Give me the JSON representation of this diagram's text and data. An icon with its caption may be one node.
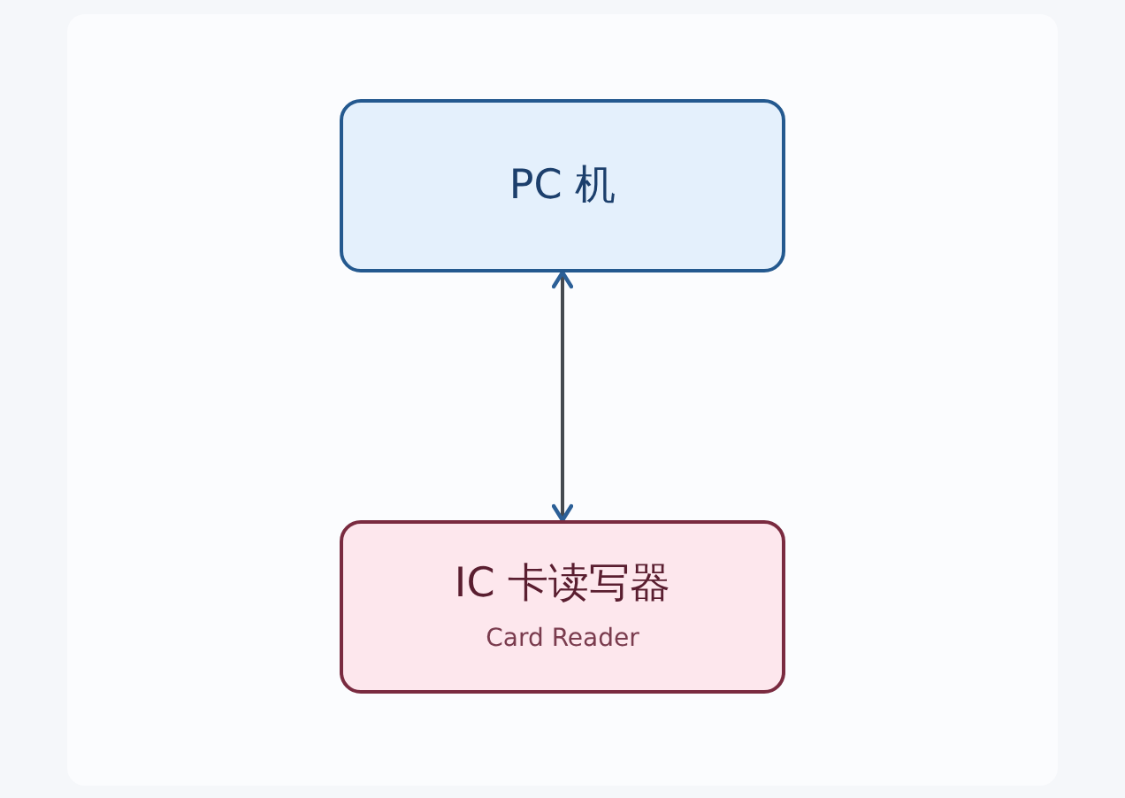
{
  "diagram": {
    "nodes": [
      {
        "text": [
          "PC 机"
        ]
      },
      {
        "text": [
          "IC 卡读写器",
          "Card Reader"
        ]
      }
    ],
    "edges": [
      {
        "from": 0,
        "to": 1,
        "arrow": "both"
      }
    ]
  }
}
